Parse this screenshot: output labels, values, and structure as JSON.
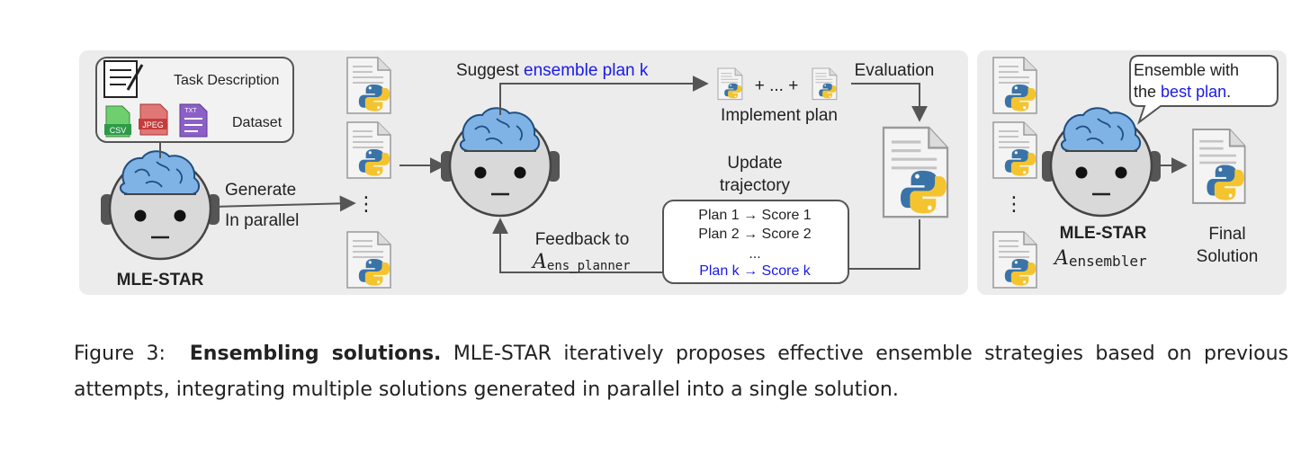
{
  "diagram": {
    "input_box": {
      "task_description": "Task Description",
      "dataset": "Dataset",
      "file_tags": {
        "csv": "CSV",
        "jpeg": "JPEG",
        "txt": "TXT"
      }
    },
    "agent_left": {
      "name": "MLE-STAR"
    },
    "generate_label": {
      "line1": "Generate",
      "line2": "In parallel"
    },
    "ellipsis_vertical": "⋮",
    "suggest": {
      "prefix": "Suggest",
      "highlight": "ensemble plan k"
    },
    "implement": {
      "plus_ellipsis": "+ ... +",
      "label": "Implement plan"
    },
    "evaluation": "Evaluation",
    "update_trajectory": {
      "line1": "Update",
      "line2": "trajectory"
    },
    "trajectory_box": {
      "rows": [
        "Plan 1 → Score 1",
        "Plan 2 → Score 2",
        "...",
        "Plan k → Score k"
      ]
    },
    "feedback": {
      "line1": "Feedback to",
      "agent_symbol": "A",
      "agent_subscript": "ens_planner"
    },
    "speech_bubble": {
      "line1": "Ensemble with",
      "line2_prefix": "the",
      "line2_highlight": "best plan",
      "line2_suffix": "."
    },
    "agent_right": {
      "name": "MLE-STAR",
      "symbol": "A",
      "subscript": "ensembler"
    },
    "final_solution": {
      "line1": "Final",
      "line2": "Solution"
    }
  },
  "caption": {
    "label": "Figure 3:",
    "title": "Ensembling solutions.",
    "text": "MLE-STAR iteratively proposes effective ensemble strategies based on previous attempts, integrating multiple solutions generated in parallel into a single solution."
  },
  "colors": {
    "panel_bg": "#ececec",
    "highlight_blue": "#1a1ae6",
    "brain_blue": "#7fb2e5",
    "python_blue": "#3a73a8",
    "python_yellow": "#f4c430"
  }
}
